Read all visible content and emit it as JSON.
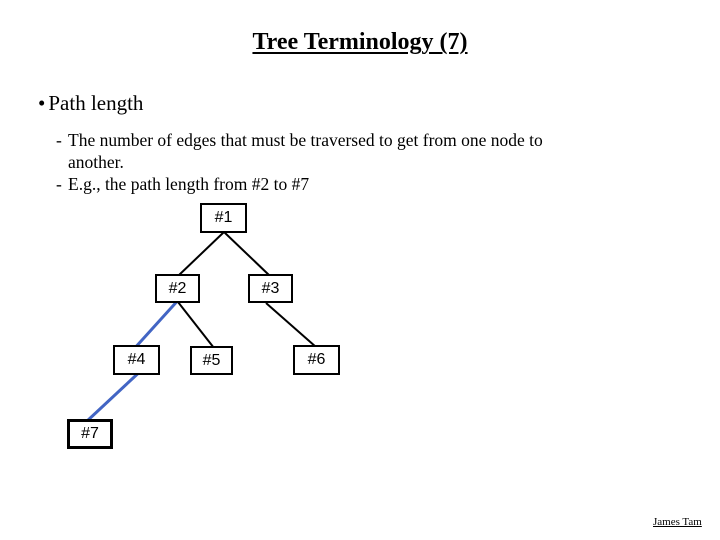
{
  "slide": {
    "title": "Tree Terminology (7)",
    "bullet": {
      "marker": "•",
      "text": "Path length"
    },
    "sub_bullets": [
      {
        "marker": "-",
        "lines": [
          "The number of edges that must be traversed to get from one node to",
          "another."
        ]
      },
      {
        "marker": "-",
        "lines": [
          "E.g., the path length from #2 to #7"
        ]
      }
    ],
    "footer": "James Tam"
  },
  "diagram": {
    "type": "tree",
    "nodes": [
      {
        "id": 1,
        "label": "#1"
      },
      {
        "id": 2,
        "label": "#2"
      },
      {
        "id": 3,
        "label": "#3"
      },
      {
        "id": 4,
        "label": "#4"
      },
      {
        "id": 5,
        "label": "#5"
      },
      {
        "id": 6,
        "label": "#6"
      },
      {
        "id": 7,
        "label": "#7"
      }
    ],
    "edges": [
      {
        "from": "#1",
        "to": "#2",
        "highlighted": false
      },
      {
        "from": "#1",
        "to": "#3",
        "highlighted": false
      },
      {
        "from": "#2",
        "to": "#4",
        "highlighted": true
      },
      {
        "from": "#2",
        "to": "#5",
        "highlighted": false
      },
      {
        "from": "#3",
        "to": "#6",
        "highlighted": false
      },
      {
        "from": "#4",
        "to": "#7",
        "highlighted": true
      }
    ],
    "highlighted_path": [
      "#2",
      "#4",
      "#7"
    ],
    "colors": {
      "edge": "#000000",
      "highlight_edge": "#4265c4",
      "node_border": "#000000",
      "node_fill": "#ffffff"
    }
  }
}
